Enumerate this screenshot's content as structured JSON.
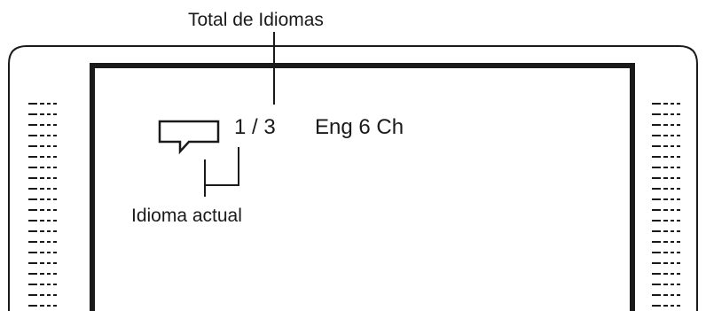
{
  "diagram": {
    "callouts": {
      "total_languages": "Total de Idiomas",
      "current_language": "Idioma actual"
    },
    "osd": {
      "track_counter": "1 / 3",
      "audio_info": "Eng 6 Ch"
    },
    "icons": {
      "audio_language": "speech-bubble-icon"
    },
    "colors": {
      "ink": "#1a1a1a"
    }
  }
}
